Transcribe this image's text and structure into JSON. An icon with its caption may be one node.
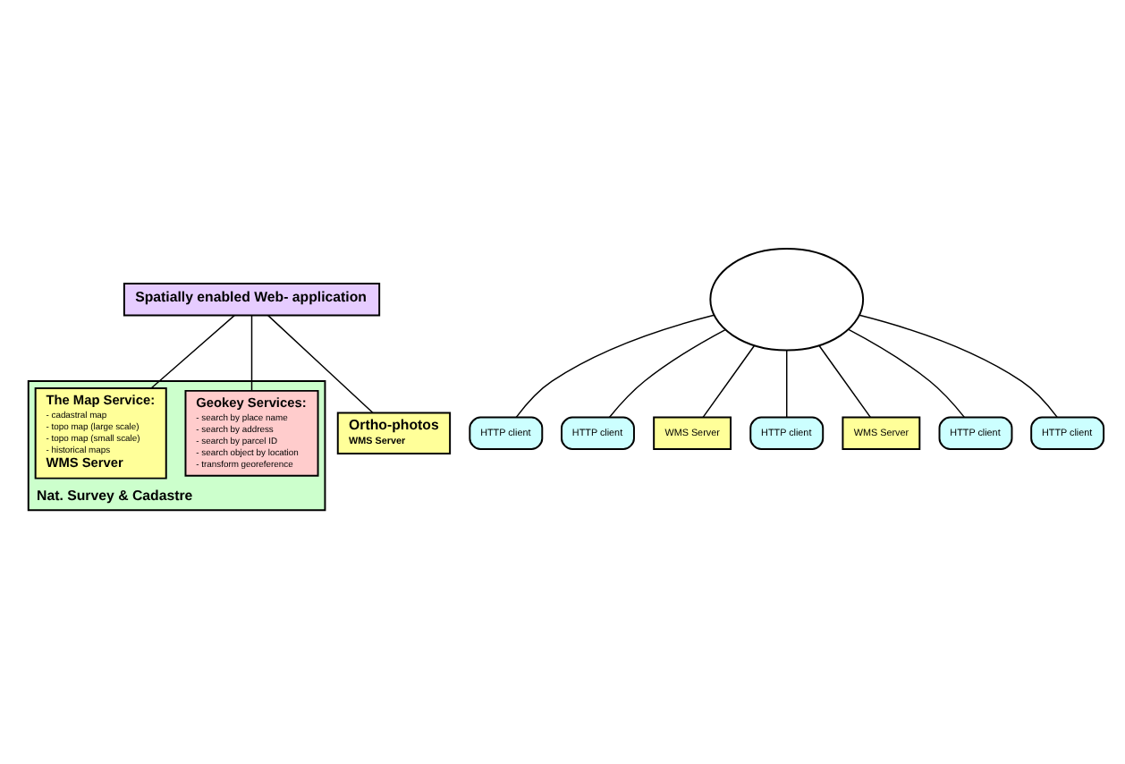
{
  "diagram": {
    "nodes": [
      {
        "text": [
          "Nat. Survey & Cadastre"
        ]
      },
      {
        "text": [
          "Geokey Services:",
          "- search by place name",
          "- search by address",
          "- search by parcel ID",
          "- search object by location",
          "- transform georeference"
        ],
        "in": 0
      },
      {
        "text": [
          "The Map Service:",
          "- cadastral map",
          "- topo map (large scale)",
          "- topo map (small scale)",
          "- historical maps",
          "WMS Server"
        ],
        "in": 0
      },
      {
        "text": [
          "Spatially enabled Web- application"
        ]
      },
      {
        "text": [
          "Ortho-photos",
          "WMS Server"
        ]
      },
      {
        "text": [],
        "shape": "cloud"
      },
      {
        "text": [
          "HTTP client"
        ]
      },
      {
        "text": [
          "HTTP client"
        ]
      },
      {
        "text": [
          "WMS Server"
        ]
      },
      {
        "text": [
          "HTTP client"
        ]
      },
      {
        "text": [
          "WMS Server"
        ]
      },
      {
        "text": [
          "HTTP client"
        ]
      },
      {
        "text": [
          "HTTP client"
        ]
      }
    ],
    "edges": [
      {
        "from": 3,
        "to": 1,
        "arrow": "none"
      },
      {
        "from": 3,
        "to": 2,
        "arrow": "none"
      },
      {
        "from": 3,
        "to": 4,
        "arrow": "none"
      },
      {
        "from": 5,
        "to": 6,
        "arrow": "none"
      },
      {
        "from": 5,
        "to": 7,
        "arrow": "none"
      },
      {
        "from": 5,
        "to": 8,
        "arrow": "none"
      },
      {
        "from": 5,
        "to": 9,
        "arrow": "none"
      },
      {
        "from": 5,
        "to": 10,
        "arrow": "none"
      },
      {
        "from": 5,
        "to": 11,
        "arrow": "none"
      },
      {
        "from": 5,
        "to": 12,
        "arrow": "none"
      }
    ]
  }
}
